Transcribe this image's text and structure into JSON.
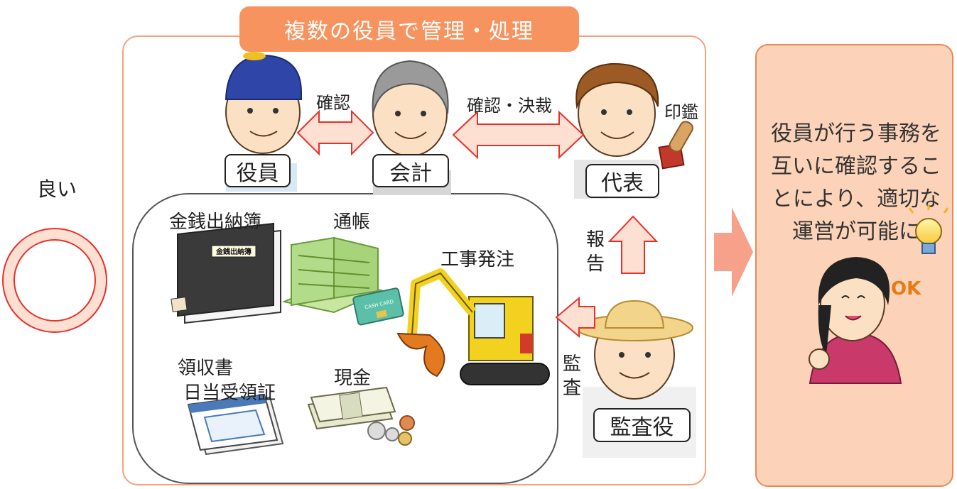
{
  "banner": "複数の役員で管理・処理",
  "left": {
    "label": "良い"
  },
  "roles": {
    "officer": "役員",
    "accountant": "会計",
    "representative": "代表",
    "auditor": "監査役"
  },
  "arrows": {
    "confirm": "確認",
    "confirm_decide": "確認・決裁",
    "seal": "印鑑",
    "report": "報告",
    "audit": "監査"
  },
  "items": {
    "ledger": "金銭出納簿",
    "ledger_cover": "金銭出納簿",
    "passbook": "通帳",
    "construction": "工事発注",
    "receipt_line1": "領収書",
    "receipt_line2": "日当受領証",
    "cash": "現金",
    "card": "CASH CARD"
  },
  "panel": {
    "text": "役員が行う事務を互いに確認することにより、適切な運営が可能に",
    "ok_sign": "OK"
  },
  "colors": {
    "banner_fill": "#f7935f",
    "box_border": "#f4a27a",
    "arrow_fill": "#fde0d2",
    "arrow_stroke": "#e8302a",
    "panel_fill": "#fcd3b8",
    "big_arrow": "#f7a08a",
    "circle_ring": "#e8302a"
  }
}
